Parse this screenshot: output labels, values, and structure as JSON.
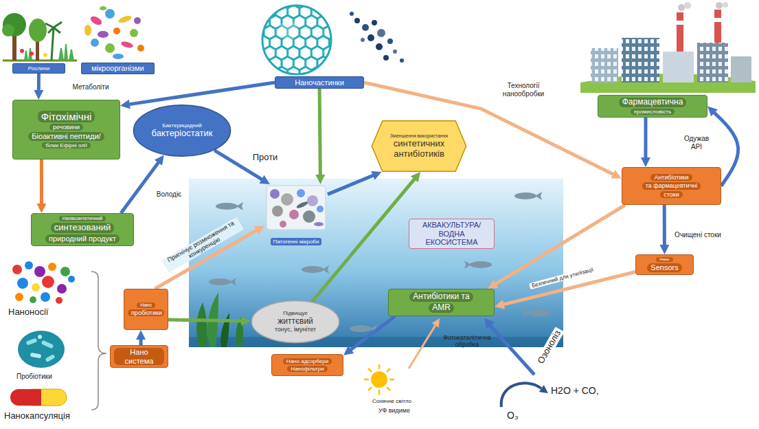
{
  "diagram": {
    "nodes": [
      {
        "text": [
          "Рослини"
        ]
      },
      {
        "text": [
          "мікроорганізми"
        ]
      },
      {
        "text": [
          "Наночастинки"
        ]
      },
      {
        "text": [
          "Фітохімічні",
          "речовини",
          "Біоактивні пептиди/",
          "білки Ефірні олії"
        ]
      },
      {
        "text": [
          "Фармацевтична",
          "промисловість"
        ]
      },
      {
        "text": [
          "Бактерицидний",
          "бактеріостатик"
        ]
      },
      {
        "text": [
          "Зменшення використання",
          "синтетичних антибіотиків"
        ]
      },
      {
        "text": [
          "Антибіотики",
          "та фармацевтичні",
          "стоки"
        ]
      },
      {
        "text": [
          "Напівсинтетичний",
          "синтезований",
          "природний продукт"
        ]
      },
      {
        "text": [
          "АКВАКУЛЬТУРА/ ВОДНА ЕКОСИСТЕМА"
        ]
      },
      {
        "text": [
          "Патогенні мікроби"
        ]
      },
      {
        "text": [
          "Нано",
          "Sensors"
        ]
      },
      {
        "text": [
          "Антибіотики та",
          "AMR"
        ]
      },
      {
        "text": [
          "Нано",
          "пробіотики"
        ]
      },
      {
        "text": [
          "Підвищує",
          "життєвий",
          "тонус, імунітет"
        ]
      },
      {
        "text": [
          "Нано система"
        ]
      },
      {
        "text": [
          "Нано адсорбери",
          "Нанофільтри"
        ]
      }
    ],
    "edges": [
      {
        "from": 0,
        "to": 3,
        "arrow": "to",
        "label": "Метаболіти"
      },
      {
        "from": 2,
        "to": 3,
        "arrow": "to"
      },
      {
        "from": 3,
        "to": 8,
        "arrow": "to"
      },
      {
        "from": 8,
        "to": 5,
        "arrow": "to",
        "label": "Володіє"
      },
      {
        "from": 5,
        "to": 10,
        "arrow": "to",
        "label": "Проти"
      },
      {
        "from": 2,
        "to": 10,
        "arrow": "to"
      },
      {
        "from": 10,
        "to": 6,
        "arrow": "to"
      },
      {
        "from": 2,
        "to": 7,
        "arrow": "to",
        "label": "Технології нанообробки"
      },
      {
        "from": 4,
        "to": 7,
        "arrow": "to"
      },
      {
        "from": 7,
        "to": 4,
        "arrow": "to",
        "label": "Одужав API"
      },
      {
        "from": 7,
        "to": 11,
        "arrow": "to",
        "label": "Очищені стоки"
      },
      {
        "from": 7,
        "to": 12,
        "arrow": "to"
      },
      {
        "from": 11,
        "to": 12,
        "arrow": "to",
        "label": "Безпечний для утилізації"
      },
      {
        "from": 12,
        "to": 16,
        "arrow": "to"
      },
      {
        "from": 15,
        "to": 13,
        "arrow": "to"
      },
      {
        "from": 13,
        "to": 10,
        "arrow": "to",
        "label": "Пригнічує розмноження та конкуренцію"
      },
      {
        "from": 13,
        "to": 14,
        "arrow": "to"
      },
      {
        "from": 14,
        "to": 6,
        "arrow": "to"
      }
    ],
    "labels": [
      "Наноносії",
      "Пробіотики",
      "Нанокапсуляція",
      "Сонячне світло",
      "УФ видиме",
      "Фотокаталітична обробка",
      "Озоноліз",
      "O₃",
      "H2O + CO,"
    ]
  }
}
